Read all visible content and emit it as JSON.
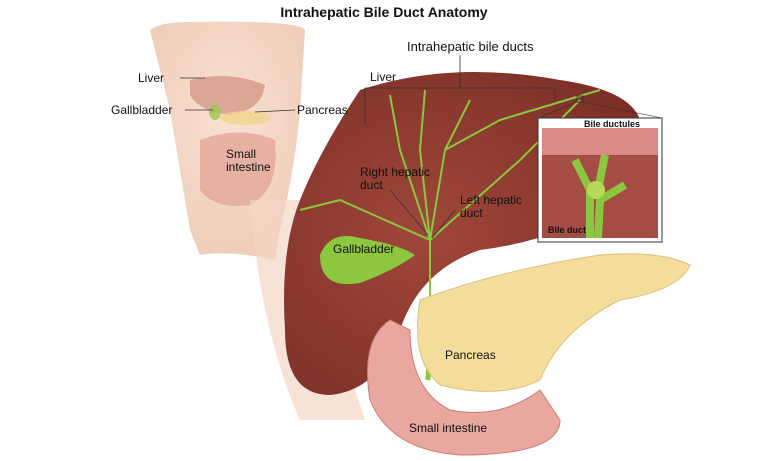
{
  "title": "Intrahepatic Bile Duct Anatomy",
  "body_labels": {
    "liver": "Liver",
    "gallbladder": "Gallbladder",
    "pancreas": "Pancreas",
    "small_intestine_line1": "Small",
    "small_intestine_line2": "intestine"
  },
  "main_labels": {
    "intrahepatic_bile_ducts": "Intrahepatic bile ducts",
    "liver": "Liver",
    "right_hepatic_duct_line1": "Right hepatic",
    "right_hepatic_duct_line2": "duct",
    "left_hepatic_duct_line1": "Left hepatic",
    "left_hepatic_duct_line2": "duct",
    "gallbladder": "Gallbladder",
    "pancreas": "Pancreas",
    "small_intestine": "Small intestine"
  },
  "inset_labels": {
    "bile_ductules": "Bile ductules",
    "bile_duct": "Bile duct"
  },
  "colors": {
    "liver": "#8a3a2e",
    "duct": "#8cc63f",
    "pancreas": "#f3dd9a",
    "intestine": "#e9a7a0",
    "skin": "#f2cdb8"
  }
}
